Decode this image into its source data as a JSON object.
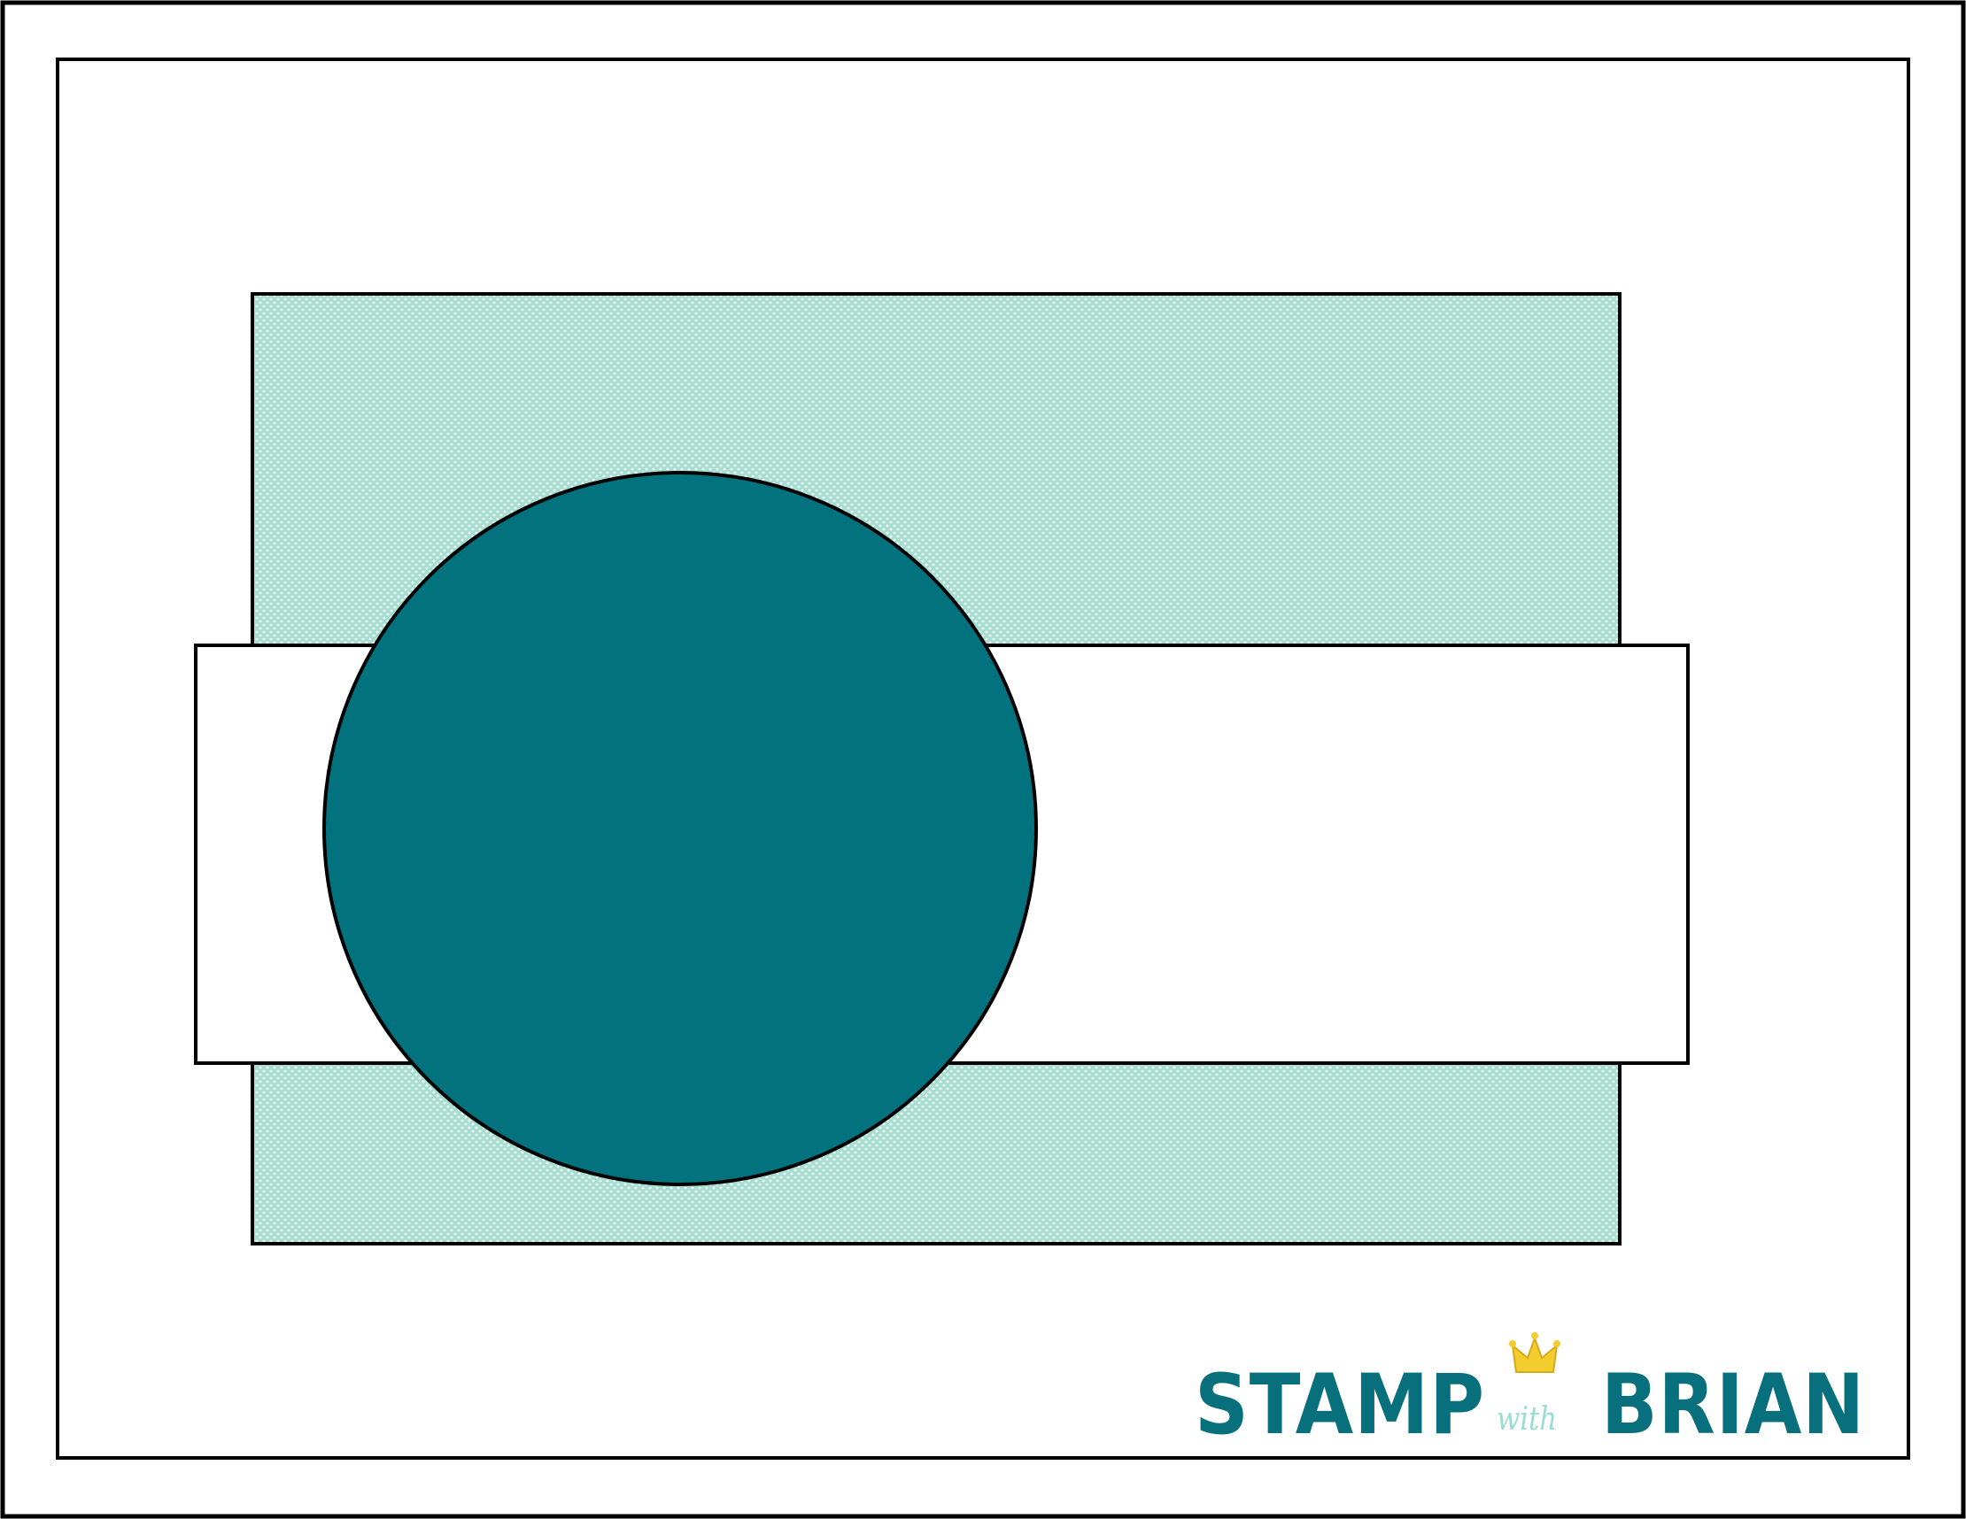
{
  "sketch": {
    "colors": {
      "background": "#ffffff",
      "outline": "#000000",
      "pattern_base": "#a6ded2",
      "pattern_dot": "#ffffff",
      "circle": "#03727f",
      "band": "#ffffff"
    }
  },
  "logo": {
    "word1": "STAMP",
    "word2": "with",
    "word3": "BRIAN",
    "word1_color": "#07707c",
    "word2_color": "#9adccf",
    "word3_color": "#07707c",
    "crown_icon": "crown-icon",
    "crown_color": "#f3cc2e"
  }
}
